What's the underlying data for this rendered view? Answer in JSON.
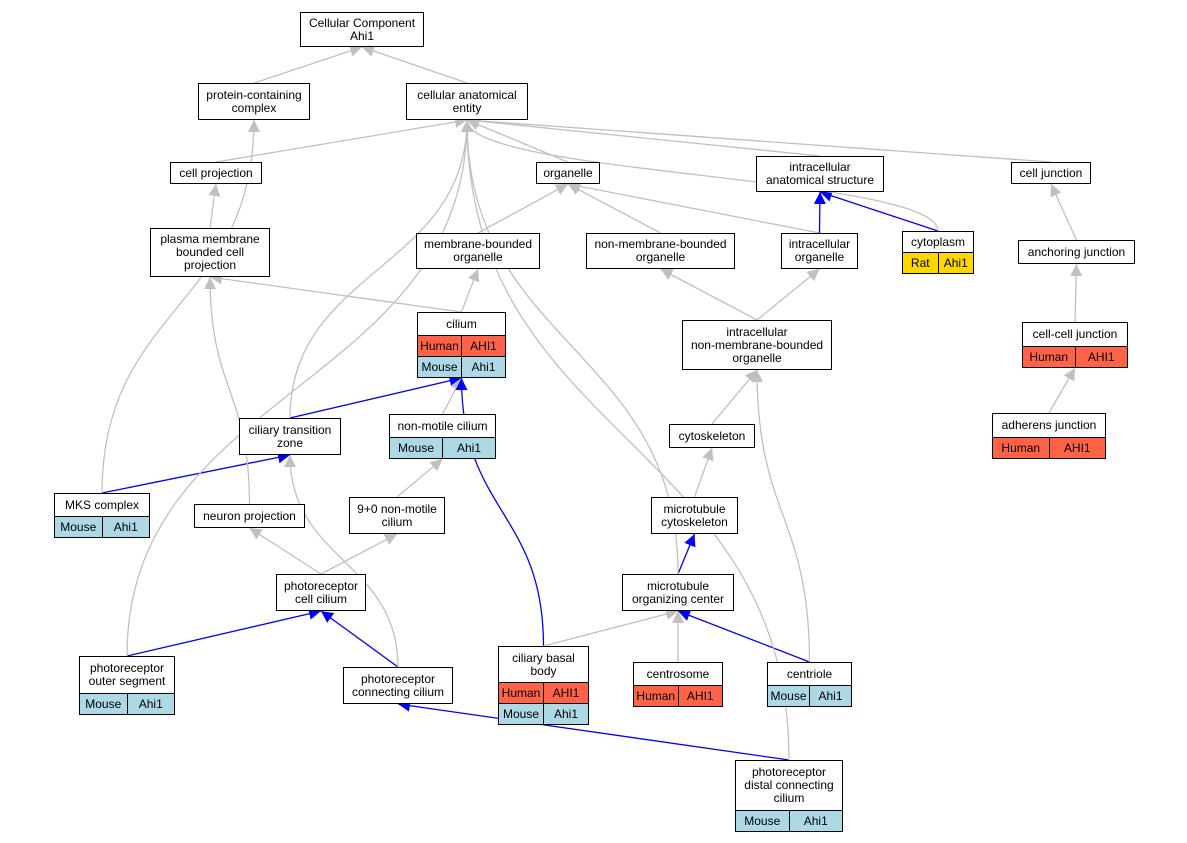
{
  "colors": {
    "human": "#ff6347",
    "mouse": "#add8e6",
    "rat": "#ffd700",
    "edge_gray": "#c0c0c0",
    "edge_blue": "#0000ff"
  },
  "nodes": {
    "root": {
      "label": "Cellular Component\nAhi1"
    },
    "pcc": {
      "label": "protein-containing\ncomplex"
    },
    "cae": {
      "label": "cellular anatomical\nentity"
    },
    "cellproj": {
      "label": "cell projection"
    },
    "organelle": {
      "label": "organelle"
    },
    "ias": {
      "label": "intracellular\nanatomical structure"
    },
    "celljunc": {
      "label": "cell junction"
    },
    "pmbcp": {
      "label": "plasma membrane\nbounded cell\nprojection"
    },
    "mbo": {
      "label": "membrane-bounded\norganelle"
    },
    "nmbo": {
      "label": "non-membrane-bounded\norganelle"
    },
    "io": {
      "label": "intracellular\norganelle"
    },
    "cytoplasm": {
      "label": "cytoplasm",
      "rows": [
        [
          {
            "text": "Rat",
            "sp": "rat"
          },
          {
            "text": "Ahi1",
            "sp": "rat"
          }
        ]
      ]
    },
    "anchor": {
      "label": "anchoring junction"
    },
    "cilium": {
      "label": "cilium",
      "rows": [
        [
          {
            "text": "Human",
            "sp": "human"
          },
          {
            "text": "AHI1",
            "sp": "human"
          }
        ],
        [
          {
            "text": "Mouse",
            "sp": "mouse"
          },
          {
            "text": "Ahi1",
            "sp": "mouse"
          }
        ]
      ]
    },
    "inmbo": {
      "label": "intracellular\nnon-membrane-bounded\norganelle"
    },
    "ccj": {
      "label": "cell-cell junction",
      "rows": [
        [
          {
            "text": "Human",
            "sp": "human"
          },
          {
            "text": "AHI1",
            "sp": "human"
          }
        ]
      ]
    },
    "ctz": {
      "label": "ciliary transition\nzone"
    },
    "nmc": {
      "label": "non-motile cilium",
      "rows": [
        [
          {
            "text": "Mouse",
            "sp": "mouse"
          },
          {
            "text": "Ahi1",
            "sp": "mouse"
          }
        ]
      ]
    },
    "cytosk": {
      "label": "cytoskeleton"
    },
    "adherens": {
      "label": "adherens junction",
      "rows": [
        [
          {
            "text": "Human",
            "sp": "human"
          },
          {
            "text": "AHI1",
            "sp": "human"
          }
        ]
      ]
    },
    "mks": {
      "label": "MKS complex",
      "rows": [
        [
          {
            "text": "Mouse",
            "sp": "mouse"
          },
          {
            "text": "Ahi1",
            "sp": "mouse"
          }
        ]
      ]
    },
    "neuronproj": {
      "label": "neuron projection"
    },
    "nmc90": {
      "label": "9+0 non-motile\ncilium"
    },
    "mtcytosk": {
      "label": "microtubule\ncytoskeleton"
    },
    "pcc2": {
      "label": "photoreceptor\ncell cilium"
    },
    "mtoc": {
      "label": "microtubule\norganizing center"
    },
    "pos": {
      "label": "photoreceptor\nouter segment",
      "rows": [
        [
          {
            "text": "Mouse",
            "sp": "mouse"
          },
          {
            "text": "Ahi1",
            "sp": "mouse"
          }
        ]
      ]
    },
    "pconn": {
      "label": "photoreceptor\nconnecting cilium"
    },
    "cbb": {
      "label": "ciliary basal\nbody",
      "rows": [
        [
          {
            "text": "Human",
            "sp": "human"
          },
          {
            "text": "AHI1",
            "sp": "human"
          }
        ],
        [
          {
            "text": "Mouse",
            "sp": "mouse"
          },
          {
            "text": "Ahi1",
            "sp": "mouse"
          }
        ]
      ]
    },
    "centrosome": {
      "label": "centrosome",
      "rows": [
        [
          {
            "text": "Human",
            "sp": "human"
          },
          {
            "text": "AHI1",
            "sp": "human"
          }
        ]
      ]
    },
    "centriole": {
      "label": "centriole",
      "rows": [
        [
          {
            "text": "Mouse",
            "sp": "mouse"
          },
          {
            "text": "Ahi1",
            "sp": "mouse"
          }
        ]
      ]
    },
    "pdcc": {
      "label": "photoreceptor\ndistal connecting\ncilium",
      "rows": [
        [
          {
            "text": "Mouse",
            "sp": "mouse"
          },
          {
            "text": "Ahi1",
            "sp": "mouse"
          }
        ]
      ]
    }
  },
  "edges": [
    {
      "from": "pcc",
      "to": "root",
      "kind": "is_a"
    },
    {
      "from": "cae",
      "to": "root",
      "kind": "is_a"
    },
    {
      "from": "cellproj",
      "to": "cae",
      "kind": "is_a"
    },
    {
      "from": "organelle",
      "to": "cae",
      "kind": "is_a"
    },
    {
      "from": "ias",
      "to": "cae",
      "kind": "is_a"
    },
    {
      "from": "celljunc",
      "to": "cae",
      "kind": "is_a"
    },
    {
      "from": "pmbcp",
      "to": "cellproj",
      "kind": "is_a"
    },
    {
      "from": "mbo",
      "to": "organelle",
      "kind": "is_a"
    },
    {
      "from": "nmbo",
      "to": "organelle",
      "kind": "is_a"
    },
    {
      "from": "io",
      "to": "organelle",
      "kind": "is_a"
    },
    {
      "from": "io",
      "to": "ias",
      "kind": "part_of"
    },
    {
      "from": "cytoplasm",
      "to": "ias",
      "kind": "part_of"
    },
    {
      "from": "cytoplasm",
      "to": "cae",
      "kind": "is_a"
    },
    {
      "from": "anchor",
      "to": "celljunc",
      "kind": "is_a"
    },
    {
      "from": "cilium",
      "to": "pmbcp",
      "kind": "is_a"
    },
    {
      "from": "cilium",
      "to": "mbo",
      "kind": "is_a"
    },
    {
      "from": "inmbo",
      "to": "nmbo",
      "kind": "is_a"
    },
    {
      "from": "inmbo",
      "to": "io",
      "kind": "is_a"
    },
    {
      "from": "ccj",
      "to": "anchor",
      "kind": "is_a"
    },
    {
      "from": "adherens",
      "to": "ccj",
      "kind": "is_a"
    },
    {
      "from": "ctz",
      "to": "cilium",
      "kind": "part_of"
    },
    {
      "from": "ctz",
      "to": "cae",
      "kind": "is_a"
    },
    {
      "from": "nmc",
      "to": "cilium",
      "kind": "is_a"
    },
    {
      "from": "cytosk",
      "to": "inmbo",
      "kind": "is_a"
    },
    {
      "from": "mks",
      "to": "ctz",
      "kind": "part_of"
    },
    {
      "from": "mks",
      "to": "pcc",
      "kind": "is_a"
    },
    {
      "from": "neuronproj",
      "to": "pmbcp",
      "kind": "is_a"
    },
    {
      "from": "nmc90",
      "to": "nmc",
      "kind": "is_a"
    },
    {
      "from": "mtcytosk",
      "to": "cytosk",
      "kind": "is_a"
    },
    {
      "from": "pcc2",
      "to": "neuronproj",
      "kind": "is_a"
    },
    {
      "from": "pcc2",
      "to": "nmc90",
      "kind": "is_a"
    },
    {
      "from": "mtoc",
      "to": "mtcytosk",
      "kind": "part_of"
    },
    {
      "from": "mtoc",
      "to": "cae",
      "kind": "is_a"
    },
    {
      "from": "pos",
      "to": "pcc2",
      "kind": "part_of"
    },
    {
      "from": "pos",
      "to": "cae",
      "kind": "is_a"
    },
    {
      "from": "pconn",
      "to": "pcc2",
      "kind": "part_of"
    },
    {
      "from": "pconn",
      "to": "ctz",
      "kind": "is_a"
    },
    {
      "from": "cbb",
      "to": "cilium",
      "kind": "part_of"
    },
    {
      "from": "cbb",
      "to": "mtoc",
      "kind": "is_a"
    },
    {
      "from": "centrosome",
      "to": "mtoc",
      "kind": "is_a"
    },
    {
      "from": "centriole",
      "to": "mtoc",
      "kind": "part_of"
    },
    {
      "from": "centriole",
      "to": "inmbo",
      "kind": "is_a"
    },
    {
      "from": "pdcc",
      "to": "pconn",
      "kind": "part_of"
    },
    {
      "from": "pdcc",
      "to": "cae",
      "kind": "is_a"
    }
  ]
}
